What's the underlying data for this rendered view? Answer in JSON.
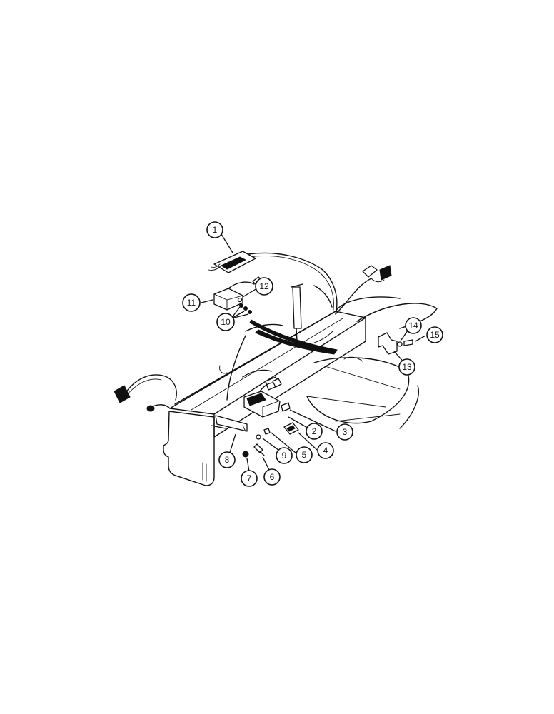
{
  "callouts": [
    {
      "id": "callout-1",
      "label": "1"
    },
    {
      "id": "callout-2",
      "label": "2"
    },
    {
      "id": "callout-3",
      "label": "3"
    },
    {
      "id": "callout-4",
      "label": "4"
    },
    {
      "id": "callout-5",
      "label": "5"
    },
    {
      "id": "callout-6",
      "label": "6"
    },
    {
      "id": "callout-7",
      "label": "7"
    },
    {
      "id": "callout-8",
      "label": "8"
    },
    {
      "id": "callout-9",
      "label": "9"
    },
    {
      "id": "callout-10",
      "label": "10"
    },
    {
      "id": "callout-11",
      "label": "11"
    },
    {
      "id": "callout-12",
      "label": "12"
    },
    {
      "id": "callout-13",
      "label": "13"
    },
    {
      "id": "callout-14",
      "label": "14"
    },
    {
      "id": "callout-15",
      "label": "15"
    }
  ]
}
